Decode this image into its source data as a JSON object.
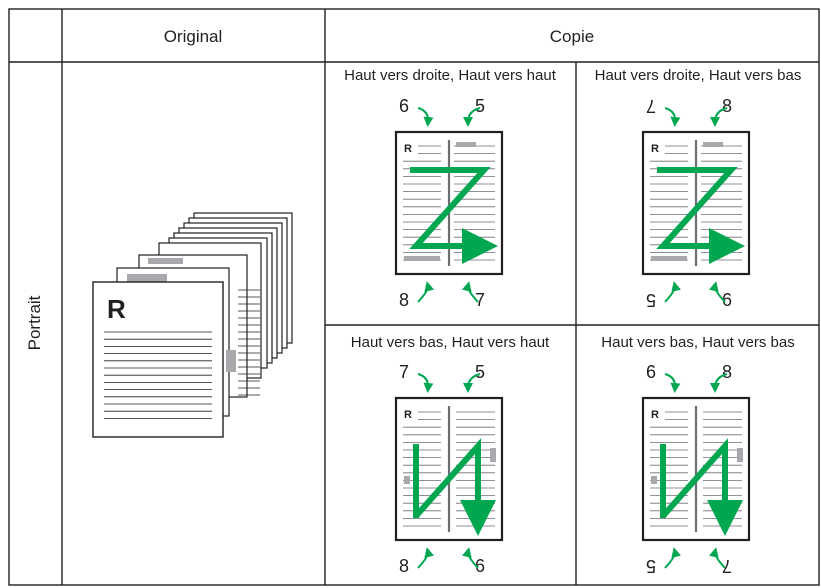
{
  "headers": {
    "original": "Original",
    "copy": "Copie",
    "row": "Portrait"
  },
  "cells": [
    {
      "caption": "Haut vers droite, Haut vers haut",
      "labels": {
        "tl": "6",
        "tr": "5",
        "bl": "8",
        "br": "7"
      },
      "rotated": {
        "tl": false,
        "tr": false,
        "bl": false,
        "br": false
      },
      "arrow": "Z"
    },
    {
      "caption": "Haut vers droite, Haut vers bas",
      "labels": {
        "tl": "7",
        "tr": "8",
        "bl": "5",
        "br": "6"
      },
      "rotated": {
        "tl": true,
        "tr": false,
        "bl": true,
        "br": false
      },
      "arrow": "Z"
    },
    {
      "caption": "Haut vers bas, Haut vers haut",
      "labels": {
        "tl": "7",
        "tr": "5",
        "bl": "8",
        "br": "6"
      },
      "rotated": {
        "tl": false,
        "tr": false,
        "bl": false,
        "br": false
      },
      "arrow": "N"
    },
    {
      "caption": "Haut vers bas, Haut vers bas",
      "labels": {
        "tl": "6",
        "tr": "8",
        "bl": "5",
        "br": "7"
      },
      "rotated": {
        "tl": false,
        "tr": false,
        "bl": true,
        "br": true
      },
      "arrow": "N"
    }
  ],
  "original_page_letter": "R",
  "copy_page_letter": "R",
  "colors": {
    "arrow": "#00a650",
    "line": "#231f20",
    "gray": "#a7a9ac"
  }
}
